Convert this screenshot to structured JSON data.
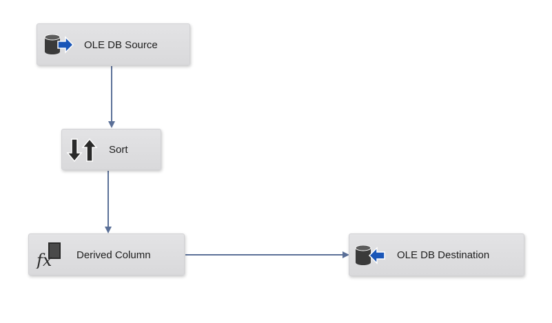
{
  "dataflow": {
    "nodes": {
      "source": {
        "label": "OLE DB Source",
        "icon": "database-source-icon"
      },
      "sort": {
        "label": "Sort",
        "icon": "sort-arrows-icon"
      },
      "derived": {
        "label": "Derived Column",
        "icon": "fx-function-icon"
      },
      "destination": {
        "label": "OLE DB Destination",
        "icon": "database-destination-icon"
      }
    },
    "colors": {
      "connector": "#5a6f97",
      "node_background": "#dfdfe1",
      "db_icon": "#3a3a3a",
      "arrow_blue": "#1a56b8"
    }
  }
}
